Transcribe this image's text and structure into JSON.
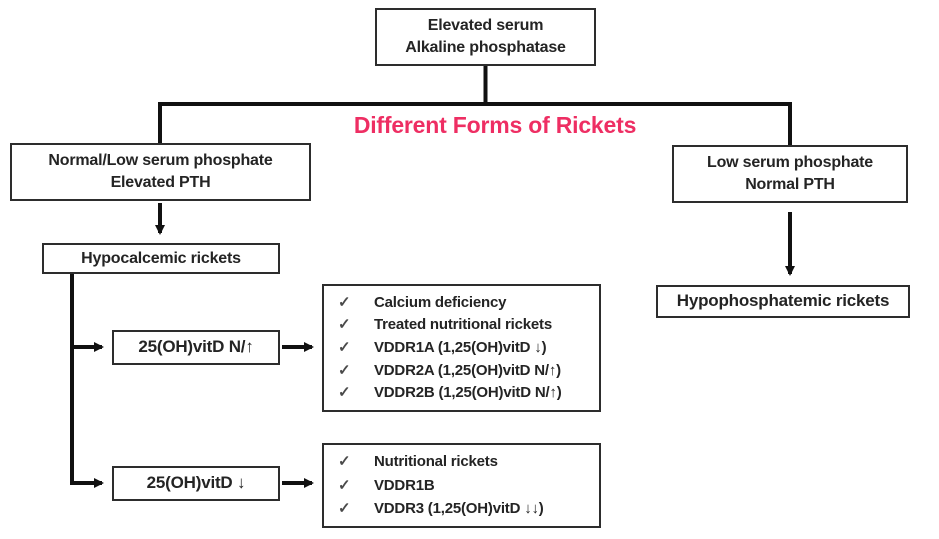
{
  "title": "Different Forms of Rickets",
  "check_glyph": "✓",
  "colors": {
    "title": "#ee2e63",
    "box_border": "#2d2d2d",
    "connector": "#111111",
    "text": "#242424",
    "background": "#ffffff"
  },
  "nodes": {
    "root": {
      "line1": "Elevated serum",
      "line2": "Alkaline phosphatase"
    },
    "normal_low_phosphate": {
      "line1": "Normal/Low serum phosphate",
      "line2": "Elevated PTH"
    },
    "low_phosphate": {
      "line1": "Low serum phosphate",
      "line2": "Normal PTH"
    },
    "hypocalcemic": {
      "label": "Hypocalcemic rickets"
    },
    "hypophosphatemic": {
      "label": "Hypophosphatemic rickets"
    },
    "vitd_normal_high": {
      "label": "25(OH)vitD N/↑"
    },
    "vitd_low": {
      "label": "25(OH)vitD ↓"
    }
  },
  "lists": {
    "vitd_normal_high_causes": {
      "items": [
        "Calcium deficiency",
        "Treated nutritional rickets",
        "VDDR1A (1,25(OH)vitD ↓)",
        "VDDR2A (1,25(OH)vitD N/↑)",
        "VDDR2B (1,25(OH)vitD N/↑)"
      ]
    },
    "vitd_low_causes": {
      "items": [
        "Nutritional rickets",
        "VDDR1B",
        "VDDR3 (1,25(OH)vitD ↓↓)"
      ]
    }
  }
}
